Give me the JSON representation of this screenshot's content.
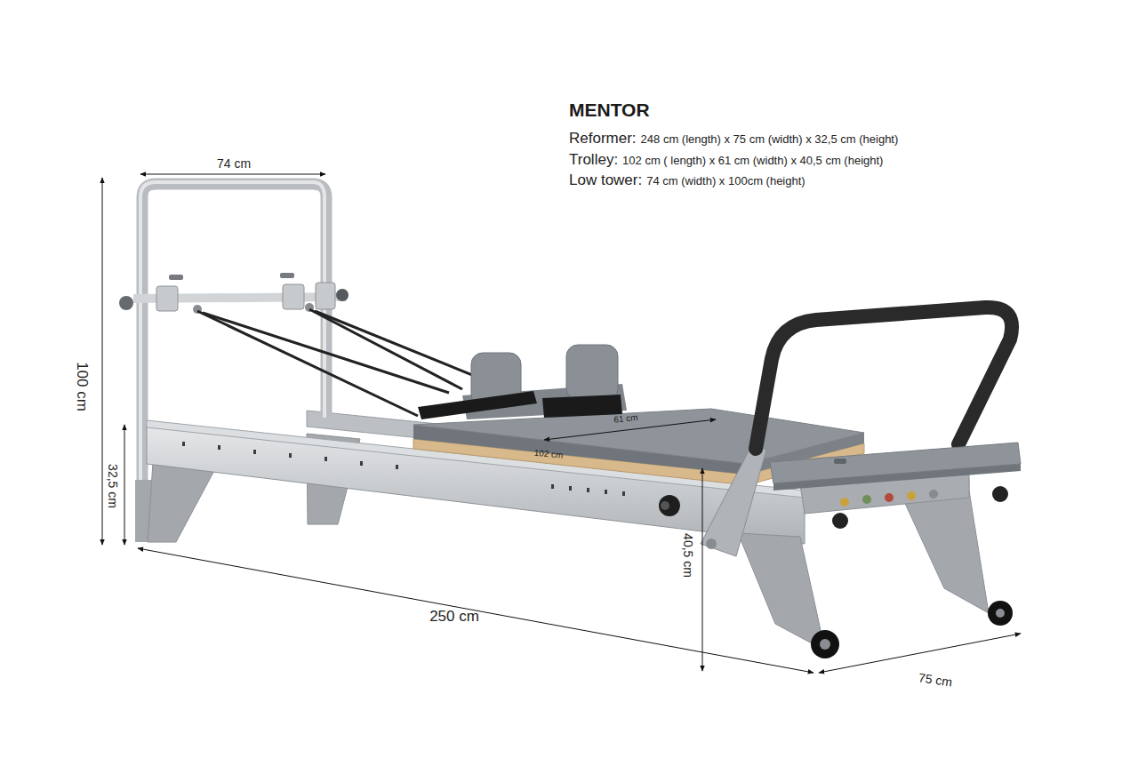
{
  "diagram": {
    "title": "MENTOR",
    "labels": [
      "Reformer:",
      "248 cm (length) x 75 cm (width) x 32,5 cm (height)",
      "Trolley:",
      "102 cm ( length) x 61 cm (width) x 40,5 cm (height)",
      "Low tower:",
      "74 cm (width) x 100cm (height)",
      "74 cm",
      "100 cm",
      "32,5 cm",
      "61 cm",
      "102 cm",
      "40,5 cm",
      "250 cm",
      "75 cm"
    ]
  }
}
